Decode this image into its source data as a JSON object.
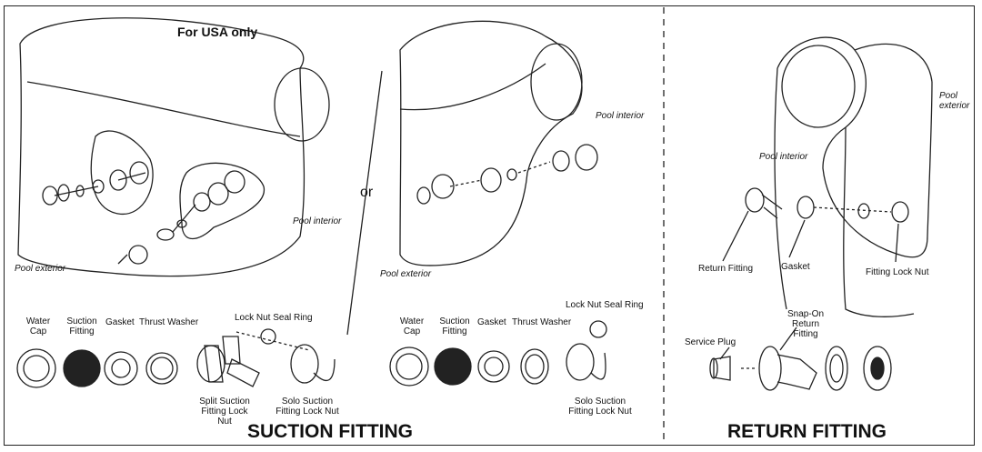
{
  "top_note": "For USA only",
  "or_text": "or",
  "pool_interior": "Pool interior",
  "pool_exterior": "Pool exterior",
  "suction": {
    "title": "SUCTION FITTING",
    "water_cap": "Water Cap",
    "suction_fitting": "Suction Fitting",
    "gasket": "Gasket",
    "thrust_washer": "Thrust Washer",
    "lock_nut_seal_ring": "Lock Nut Seal Ring",
    "split_lock_nut": "Split Suction Fitting Lock Nut",
    "solo_lock_nut": "Solo Suction Fitting Lock Nut"
  },
  "return": {
    "title": "RETURN FITTING",
    "return_fitting": "Return Fitting",
    "gasket": "Gasket",
    "fitting_lock_nut": "Fitting Lock Nut",
    "service_plug": "Service Plug",
    "snap_on": "Snap-On Return Fitting"
  }
}
